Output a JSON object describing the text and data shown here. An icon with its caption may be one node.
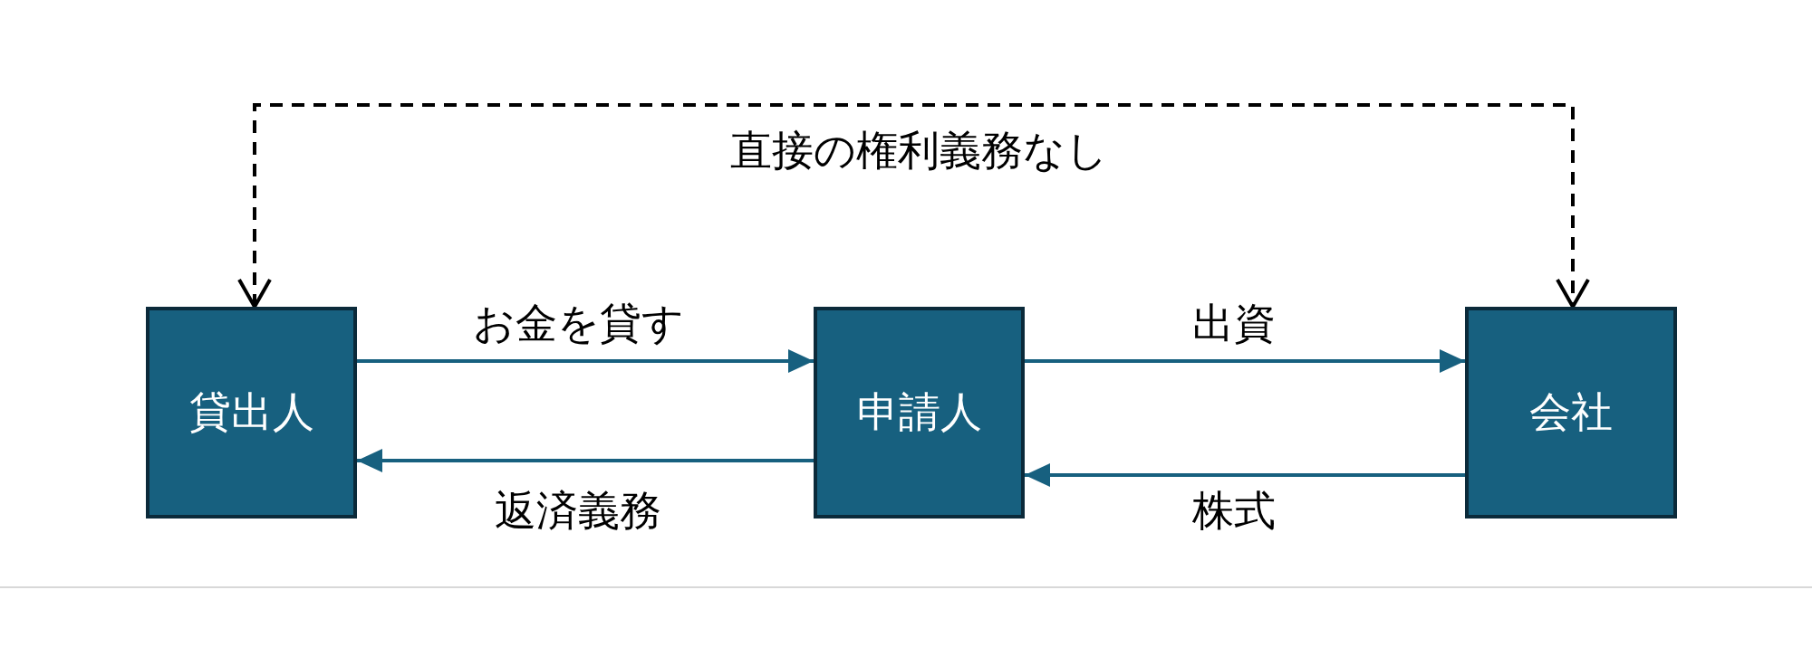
{
  "diagram": {
    "nodes": [
      {
        "text": [
          "貸出人"
        ]
      },
      {
        "text": [
          "申請人"
        ]
      },
      {
        "text": [
          "会社"
        ]
      }
    ],
    "edges": [
      {
        "from": 0,
        "to": 1,
        "arrow": "to",
        "label": "お金を貸す"
      },
      {
        "from": 1,
        "to": 0,
        "arrow": "to",
        "label": "返済義務"
      },
      {
        "from": 1,
        "to": 2,
        "arrow": "to",
        "label": "出資"
      },
      {
        "from": 2,
        "to": 1,
        "arrow": "to",
        "label": "株式"
      },
      {
        "from": 0,
        "to": 2,
        "arrow": "both",
        "label": "直接の権利義務なし",
        "style": "dashed",
        "color": "#000000"
      }
    ]
  }
}
